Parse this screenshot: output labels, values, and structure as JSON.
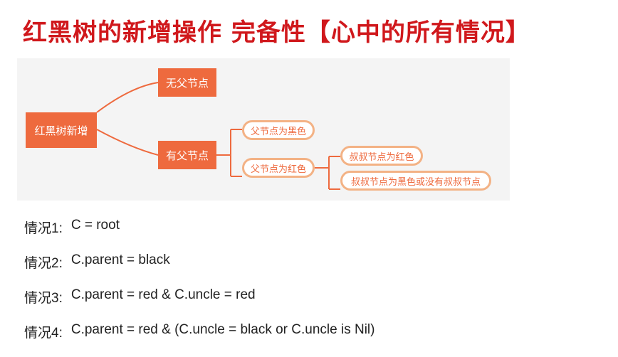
{
  "title": "红黑树的新增操作 完备性【心中的所有情况】",
  "mindmap": {
    "root": "红黑树新增",
    "no_parent": "无父节点",
    "has_parent": "有父节点",
    "parent_black": "父节点为黑色",
    "parent_red": "父节点为红色",
    "uncle_red": "叔叔节点为红色",
    "uncle_black_or_none": "叔叔节点为黑色或没有叔叔节点"
  },
  "colors": {
    "title": "#d0181c",
    "solid_node": "#ee6a3e",
    "outline_border": "#f3b285",
    "connector": "#ee6a3e",
    "diagram_bg": "#f4f4f4"
  },
  "cases": [
    {
      "label": "情况1:",
      "text": "C = root"
    },
    {
      "label": "情况2:",
      "text": "C.parent = black"
    },
    {
      "label": "情况3:",
      "text": "C.parent = red & C.uncle = red"
    },
    {
      "label": "情况4:",
      "text": "C.parent = red & (C.uncle = black or C.uncle is Nil)"
    }
  ]
}
